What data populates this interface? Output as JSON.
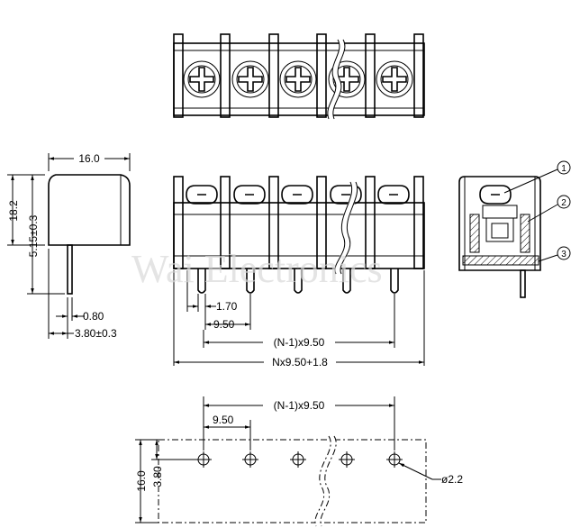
{
  "dimensions": {
    "side_width": "16.0",
    "side_height": "18.2",
    "pin_height": "5.15±0.3",
    "pin_width": "0.80",
    "pin_offset": "3.80±0.3",
    "pin_thickness": "1.70",
    "pitch": "9.50",
    "span": "(N-1)x9.50",
    "total_length": "Nx9.50+1.8",
    "pcb_span": "(N-1)x9.50",
    "pcb_pitch": "9.50",
    "pcb_height": "16.0",
    "pcb_hole_offset": "3.80",
    "hole_diameter": "ø2.2"
  },
  "callouts": [
    "1",
    "2",
    "3"
  ],
  "watermark": "Wai Electronics"
}
